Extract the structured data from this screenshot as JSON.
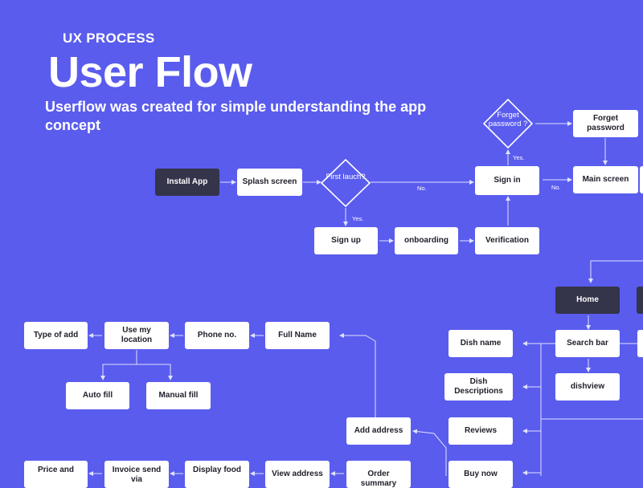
{
  "header": {
    "eyebrow": "UX PROCESS",
    "title": "User Flow",
    "subtitle": "Userflow was created for simple understanding the app concept"
  },
  "colors": {
    "background": "#5a5cee",
    "node": "#ffffff",
    "node_dark": "#34344a",
    "line": "#dfe2ff"
  },
  "nodes": {
    "install_app": "Install App",
    "splash_screen": "Splash screen",
    "sign_in": "Sign in",
    "forget_password": "Forget password",
    "main_screen": "Main screen",
    "sign_up": "Sign up",
    "onboarding": "onboarding",
    "verification": "Verification",
    "home": "Home",
    "search_bar": "Search bar",
    "dishview": "dishview",
    "dish_name": "Dish name",
    "dish_descriptions": "Dish Descriptions",
    "reviews": "Reviews",
    "buy_now": "Buy now",
    "type_of_add": "Type of add",
    "use_my_location": "Use my location",
    "phone_no": "Phone no.",
    "full_name": "Full Name",
    "auto_fill": "Auto fill",
    "manual_fill": "Manual fill",
    "add_address": "Add address",
    "price_and": "Price and",
    "invoice_send_via": "Invoice send via",
    "display_food": "Display food",
    "view_address": "View address",
    "order_summary": "Order summary"
  },
  "decisions": {
    "first_launch": "First lauch?",
    "forget_password_q": "Forget password ?"
  },
  "edge_labels": {
    "yes_signup": "Yes.",
    "no_signin": "No.",
    "yes_forget": "Yes.",
    "no_main": "No."
  }
}
